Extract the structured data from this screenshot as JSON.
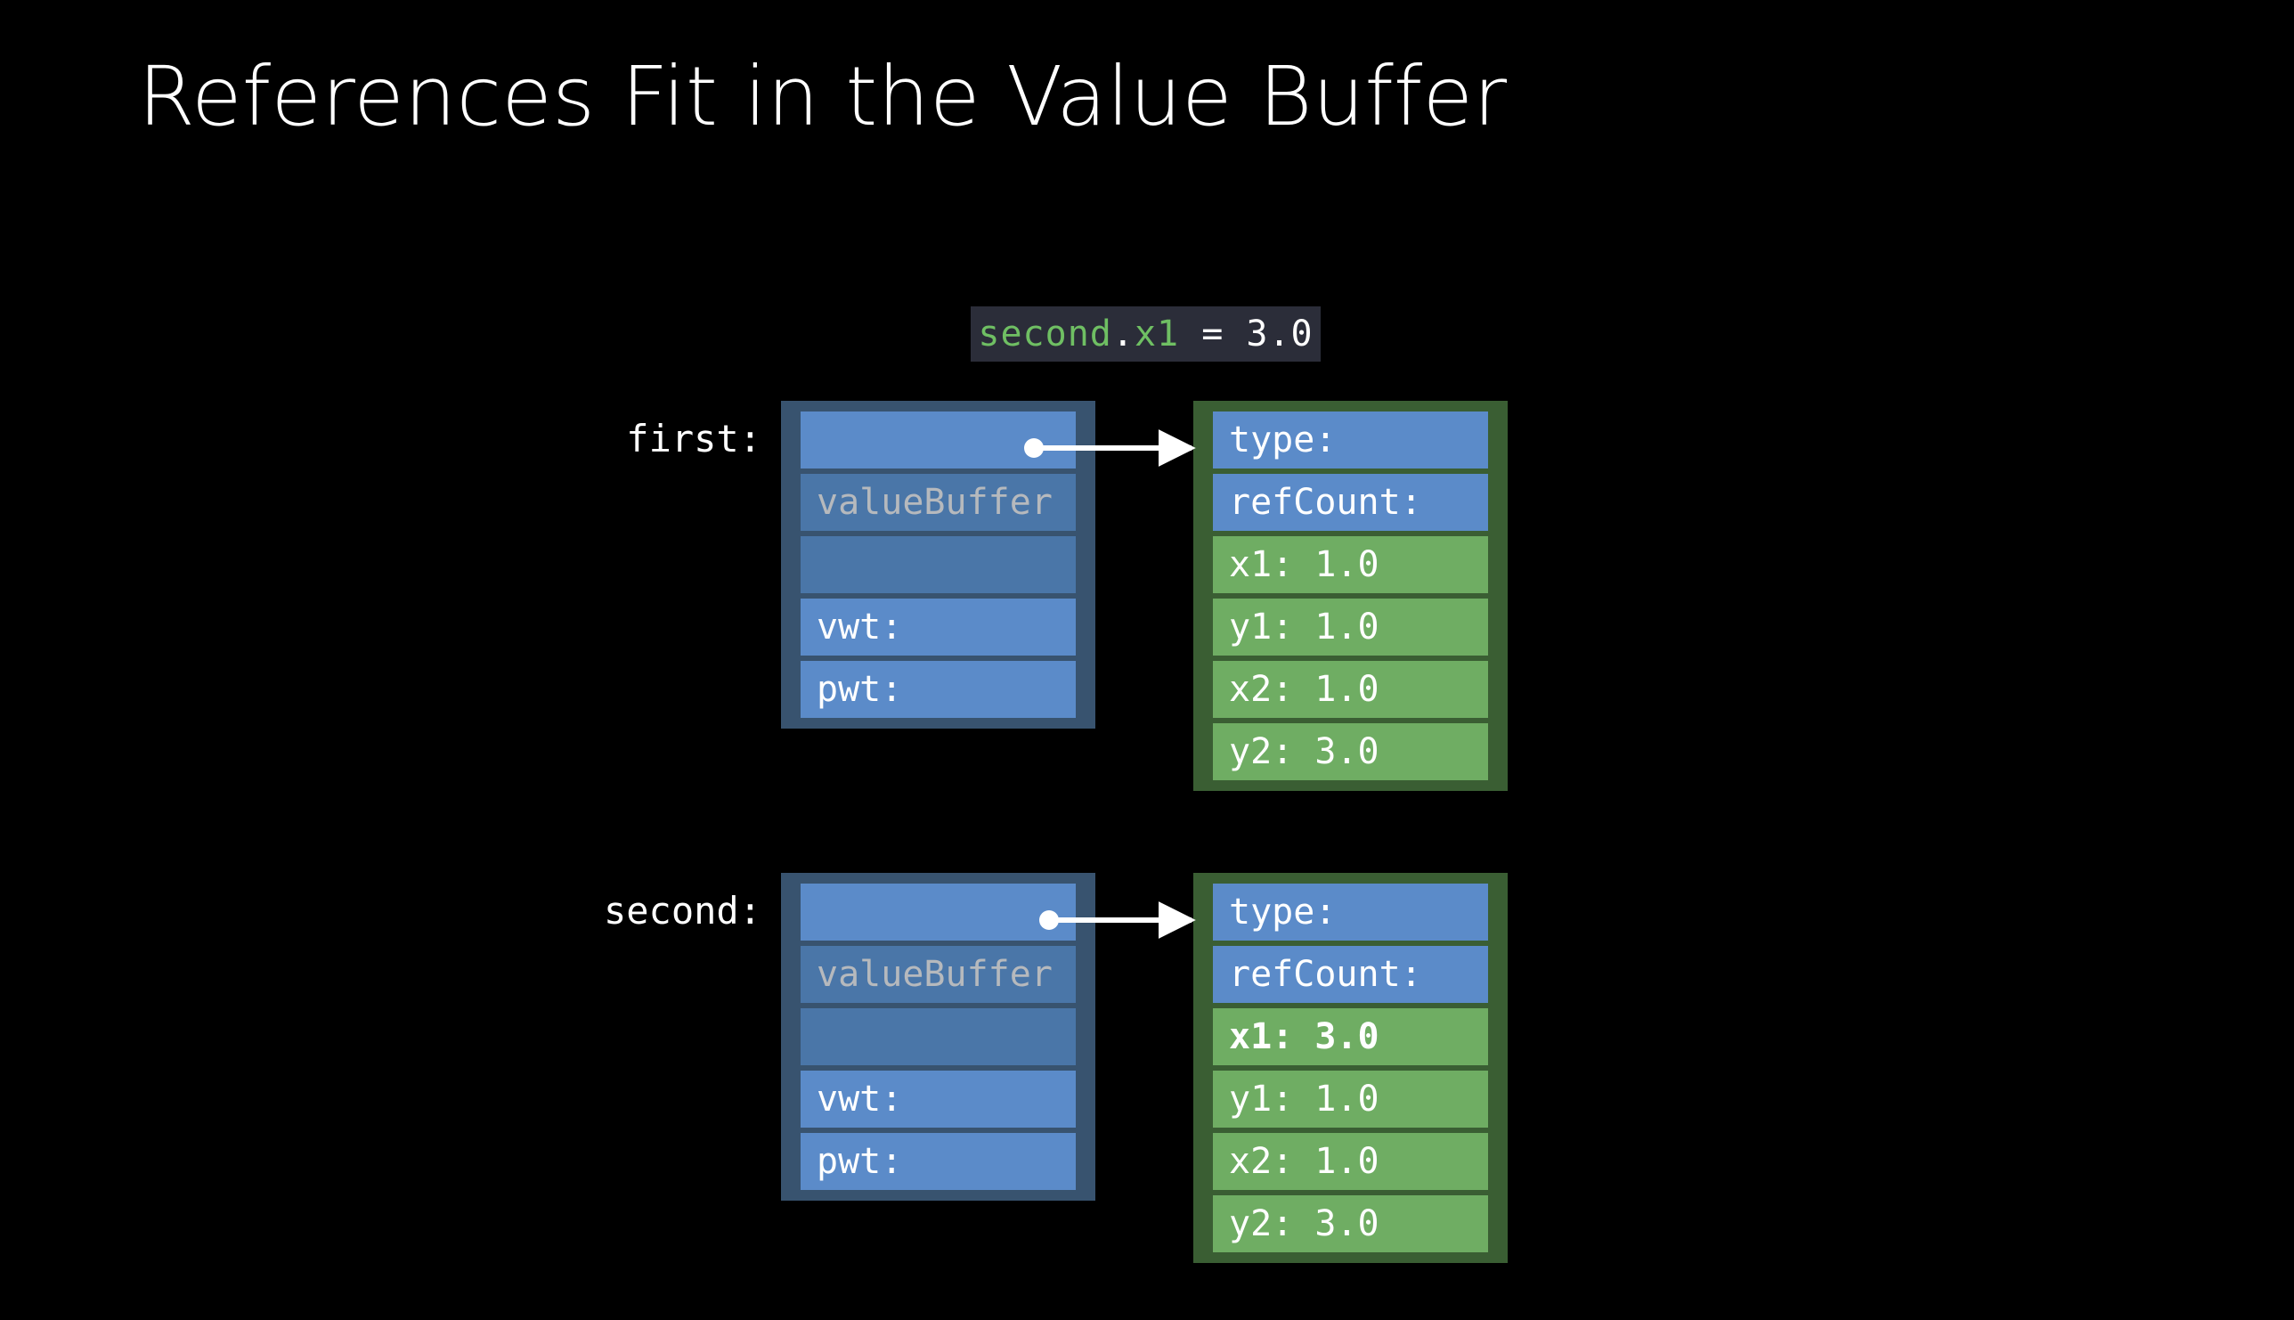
{
  "slide": {
    "title": "References Fit in the Value Buffer",
    "background_color": "#000000"
  },
  "code_chip": {
    "full_text": "second.x1 = 3.0",
    "tokens": [
      {
        "text": "second",
        "color": "#6fbf63"
      },
      {
        "text": ".",
        "color": "#ffffff"
      },
      {
        "text": "x1",
        "color": "#6fbf63"
      },
      {
        "text": " = 3.0",
        "color": "#ffffff"
      }
    ],
    "background_color": "#2b2d39"
  },
  "colors": {
    "frame_blue": "#38536f",
    "frame_green": "#3a5e33",
    "row_blue": "#5b8bc9",
    "row_blue_dark": "#4a76a8",
    "row_green": "#6fad63",
    "text_white": "#ffffff",
    "text_muted": "#b6b9bd",
    "arrow": "#ffffff"
  },
  "groups": [
    {
      "id": "first",
      "label": "first:",
      "existential_box": {
        "name": "first-existential-container",
        "rows": [
          {
            "text": "",
            "style": "blue",
            "has_pointer": true
          },
          {
            "text": "valueBuffer",
            "style": "blue-dark",
            "muted": true
          },
          {
            "text": "",
            "style": "blue-dark"
          },
          {
            "text": "vwt:",
            "style": "blue"
          },
          {
            "text": "pwt:",
            "style": "blue"
          }
        ]
      },
      "heap_box": {
        "name": "first-heap-object",
        "rows": [
          {
            "text": "type:",
            "style": "blue"
          },
          {
            "text": "refCount:",
            "style": "blue"
          },
          {
            "text": "x1: 1.0",
            "style": "green"
          },
          {
            "text": "y1: 1.0",
            "style": "green"
          },
          {
            "text": "x2: 1.0",
            "style": "green"
          },
          {
            "text": "y2: 3.0",
            "style": "green"
          }
        ]
      }
    },
    {
      "id": "second",
      "label": "second:",
      "existential_box": {
        "name": "second-existential-container",
        "rows": [
          {
            "text": "",
            "style": "blue",
            "has_pointer": true
          },
          {
            "text": "valueBuffer",
            "style": "blue-dark",
            "muted": true
          },
          {
            "text": "",
            "style": "blue-dark"
          },
          {
            "text": "vwt:",
            "style": "blue"
          },
          {
            "text": "pwt:",
            "style": "blue"
          }
        ]
      },
      "heap_box": {
        "name": "second-heap-object",
        "rows": [
          {
            "text": "type:",
            "style": "blue"
          },
          {
            "text": "refCount:",
            "style": "blue"
          },
          {
            "text": "x1: 3.0",
            "style": "green",
            "bold": true
          },
          {
            "text": "y1: 1.0",
            "style": "green"
          },
          {
            "text": "x2: 1.0",
            "style": "green"
          },
          {
            "text": "y2: 3.0",
            "style": "green"
          }
        ]
      }
    }
  ]
}
